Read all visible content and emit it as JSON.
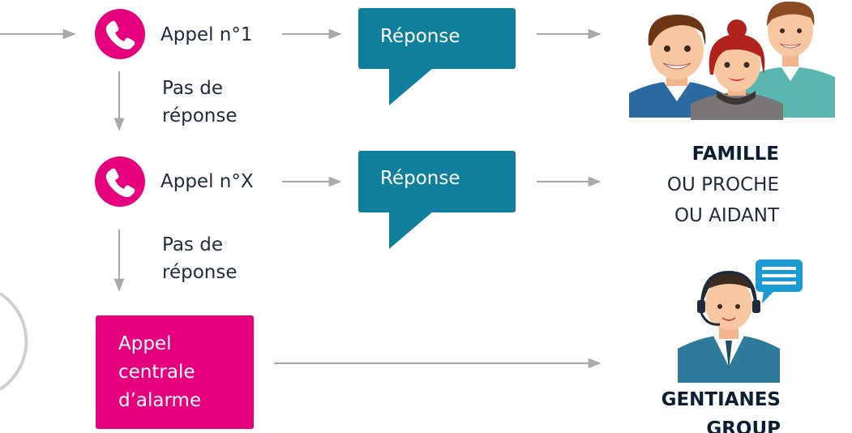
{
  "colors": {
    "pink": "#e6007e",
    "teal": "#0f7f9c",
    "arrow": "#a8a8a8",
    "text": "#1f2b3a"
  },
  "step1": {
    "call_label": "Appel n°1",
    "response_label": "Réponse",
    "no_response_line1": "Pas de",
    "no_response_line2": "réponse"
  },
  "stepX": {
    "call_label": "Appel n°X",
    "response_label": "Réponse",
    "no_response_line1": "Pas de",
    "no_response_line2": "réponse"
  },
  "alarm_box": {
    "label": "Appel\ncentrale\nd’alarme"
  },
  "family": {
    "title": "FAMILLE",
    "line2": "OU PROCHE",
    "line3": "OU AIDANT"
  },
  "operator": {
    "title_line1": "GENTIANES",
    "title_line2": "GROUP"
  },
  "icons": {
    "call_icon": "phone-icon",
    "family_icon": "family-group-illustration",
    "operator_icon": "call-center-operator-illustration"
  }
}
